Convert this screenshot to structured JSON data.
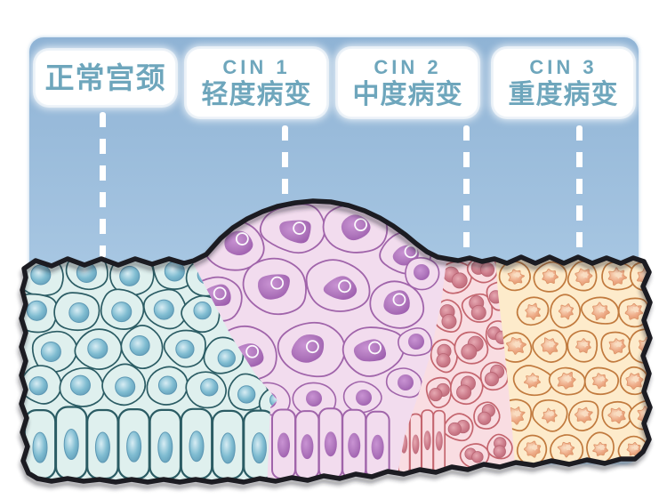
{
  "stages": [
    {
      "id": "normal",
      "code": "",
      "name": "正常宫颈",
      "colors": {
        "cell": "#dff0ee",
        "stroke": "#2b5c64",
        "nucleus": "#7fbcd1",
        "nucleus_light": "#d8edf4",
        "nucleus_dark": "#5d98b4"
      }
    },
    {
      "id": "cin1",
      "code": "CIN 1",
      "name": "轻度病变",
      "colors": {
        "cell": "#f2dcee",
        "stroke": "#a064aa",
        "nucleus": "#b077bd",
        "nucleus_light": "#c993d3",
        "nucleus_dark": "#9a59ab",
        "ring": "#ffffff"
      }
    },
    {
      "id": "cin2",
      "code": "CIN 2",
      "name": "中度病变",
      "colors": {
        "cell": "#f9dde2",
        "stroke": "#c4656e",
        "nucleus": "#cd7d8c",
        "nucleus_light": "#e6a9b2",
        "nucleus_dark": "#b96573"
      }
    },
    {
      "id": "cin3",
      "code": "CIN 3",
      "name": "重度病变",
      "colors": {
        "cell": "#fdebcb",
        "stroke": "#c17a3e",
        "nucleus": "#eda985",
        "nucleus_light": "#fadfc4",
        "nucleus_dark": "#dd9468"
      }
    }
  ],
  "canvas": {
    "background": "#ffffff",
    "panel_top": "#8fb3d5",
    "panel_mid": "#a3c3e0",
    "panel_bottom": "#bdd9ee",
    "label_box": "#ffffff",
    "label_text": "#6ea6bc",
    "dashed_line": "#ffffff",
    "outline": "#1e1d22"
  }
}
